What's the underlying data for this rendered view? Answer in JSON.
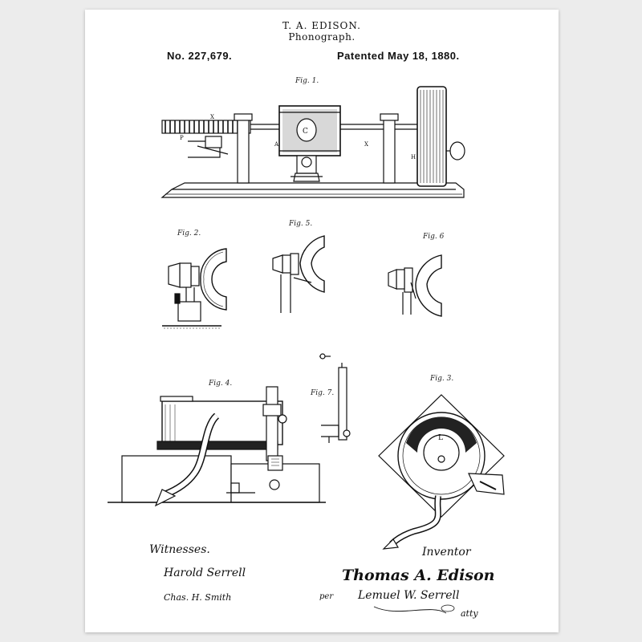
{
  "header": {
    "title": "T. A. EDISON.",
    "subtitle": "Phonograph.",
    "patent_number": "No. 227,679.",
    "patent_date": "Patented May 18, 1880."
  },
  "figures": {
    "fig1": "Fig. 1.",
    "fig2": "Fig. 2.",
    "fig5": "Fig. 5.",
    "fig6": "Fig. 6",
    "fig4": "Fig. 4.",
    "fig7": "Fig. 7.",
    "fig3": "Fig. 3."
  },
  "signatures": {
    "witnesses_heading": "Witnesses.",
    "witness_1": "Harold Serrell",
    "witness_2": "Chas. H. Smith",
    "inventor_heading": "Inventor",
    "inventor_name": "Thomas A. Edison",
    "per": "per",
    "attorney_name": "Lemuel W. Serrell",
    "attys": "atty"
  },
  "colors": {
    "paper": "#ffffff",
    "ink": "#111111",
    "background": "#ececec"
  }
}
